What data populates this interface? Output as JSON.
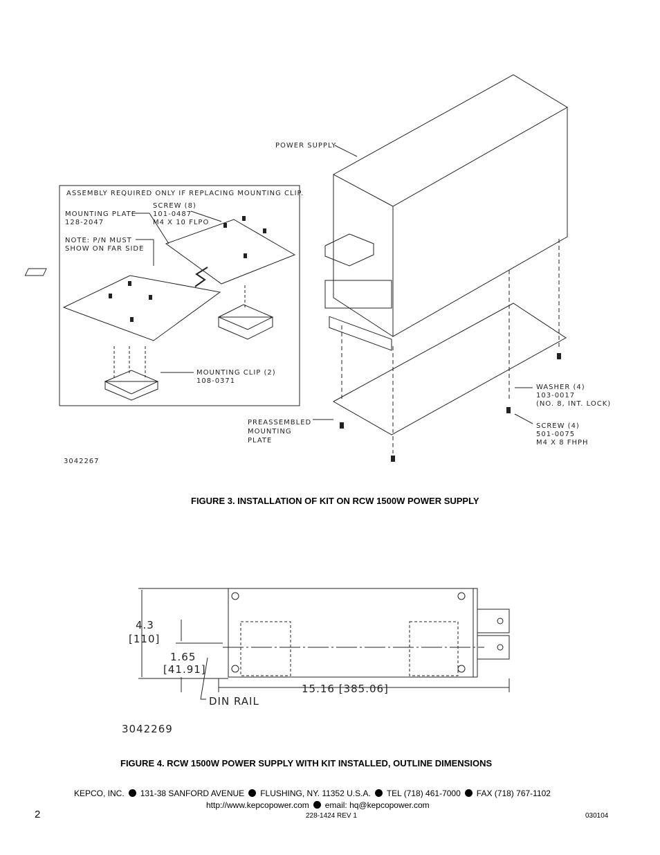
{
  "figure3": {
    "inset_note": "ASSEMBLY REQUIRED ONLY IF REPLACING MOUNTING CLIP.",
    "mounting_plate_label": "MOUNTING PLATE",
    "mounting_plate_pn": "128-2047",
    "screw8_label": "SCREW (8)",
    "screw8_pn": "101-0487",
    "screw8_spec": "M4 X 10 FLPO",
    "note_line1": "NOTE: P/N MUST",
    "note_line2": "SHOW ON FAR SIDE",
    "clip_label": "MOUNTING CLIP (2)",
    "clip_pn": "108-0371",
    "power_supply_label": "POWER SUPPLY",
    "washer_label": "WASHER (4)",
    "washer_pn": "103-0017",
    "washer_spec": "(NO. 8, INT. LOCK)",
    "screw4_label": "SCREW (4)",
    "screw4_pn": "501-0075",
    "screw4_spec": "M4 X 8 FHPH",
    "preassembled_1": "PREASSEMBLED",
    "preassembled_2": "MOUNTING",
    "preassembled_3": "PLATE",
    "drawing_no": "3042267",
    "caption": "FIGURE 3.    INSTALLATION OF KIT ON RCW 1500W POWER SUPPLY"
  },
  "figure4": {
    "height_in": "4.3",
    "height_mm": "[110]",
    "rail_in": "1.65",
    "rail_mm": "[41.91]",
    "length": "15.16 [385.06]",
    "din_rail_label": "DIN RAIL",
    "drawing_no": "3042269",
    "caption": "FIGURE 4.    RCW 1500W  POWER SUPPLY WITH KIT INSTALLED, OUTLINE DIMENSIONS"
  },
  "footer": {
    "company": "KEPCO, INC.",
    "address": "131-38 SANFORD AVENUE",
    "city": "FLUSHING, NY. 11352 U.S.A.",
    "tel": "TEL (718) 461-7000",
    "fax": "FAX (718) 767-1102",
    "url": "http://www.kepcopower.com",
    "email": "email: hq@kepcopower.com",
    "page_number": "2",
    "doc_number": "228-1424 REV 1",
    "date_code": "030104"
  }
}
